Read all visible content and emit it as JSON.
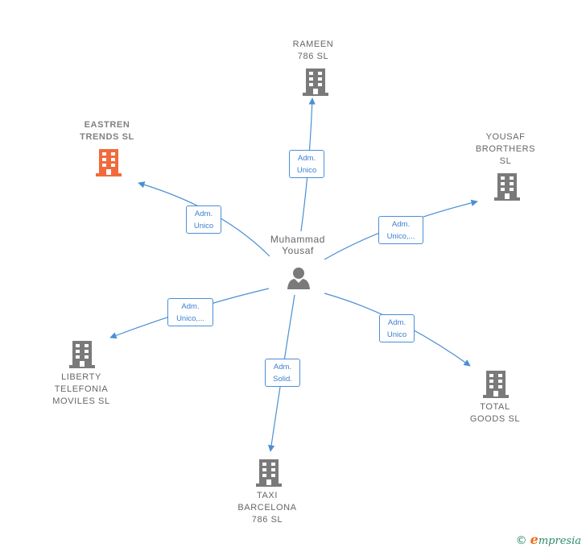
{
  "center": {
    "name": "Muhammad\nYousaf",
    "icon": "person-icon"
  },
  "companies": [
    {
      "id": "rameen",
      "name": "RAMEEN\n786 SL",
      "icon": "building-icon",
      "highlight": false
    },
    {
      "id": "eastren",
      "name": "EASTREN\nTRENDS SL",
      "icon": "building-icon",
      "highlight": true
    },
    {
      "id": "yousaf",
      "name": "YOUSAF\nBRORTHERS\nSL",
      "icon": "building-icon",
      "highlight": false
    },
    {
      "id": "liberty",
      "name": "LIBERTY\nTELEFONIA\nMOVILES SL",
      "icon": "building-icon",
      "highlight": false
    },
    {
      "id": "total",
      "name": "TOTAL\nGOODS SL",
      "icon": "building-icon",
      "highlight": false
    },
    {
      "id": "taxi",
      "name": "TAXI\nBARCELONA\n786 SL",
      "icon": "building-icon",
      "highlight": false
    }
  ],
  "relations": [
    {
      "to": "rameen",
      "label": "Adm.\nUnico"
    },
    {
      "to": "eastren",
      "label": "Adm.\nUnico"
    },
    {
      "to": "yousaf",
      "label": "Adm.\nUnico,..."
    },
    {
      "to": "liberty",
      "label": "Adm.\nUnico,..."
    },
    {
      "to": "total",
      "label": "Adm.\nUnico"
    },
    {
      "to": "taxi",
      "label": "Adm.\nSolid."
    }
  ],
  "footer": {
    "copyright": "©",
    "brand_first": "e",
    "brand_rest": "mpresia"
  },
  "colors": {
    "edge": "#4a8fd6",
    "building": "#7a7a7a",
    "building_highlight": "#f26a3c",
    "person": "#7a7a7a"
  }
}
